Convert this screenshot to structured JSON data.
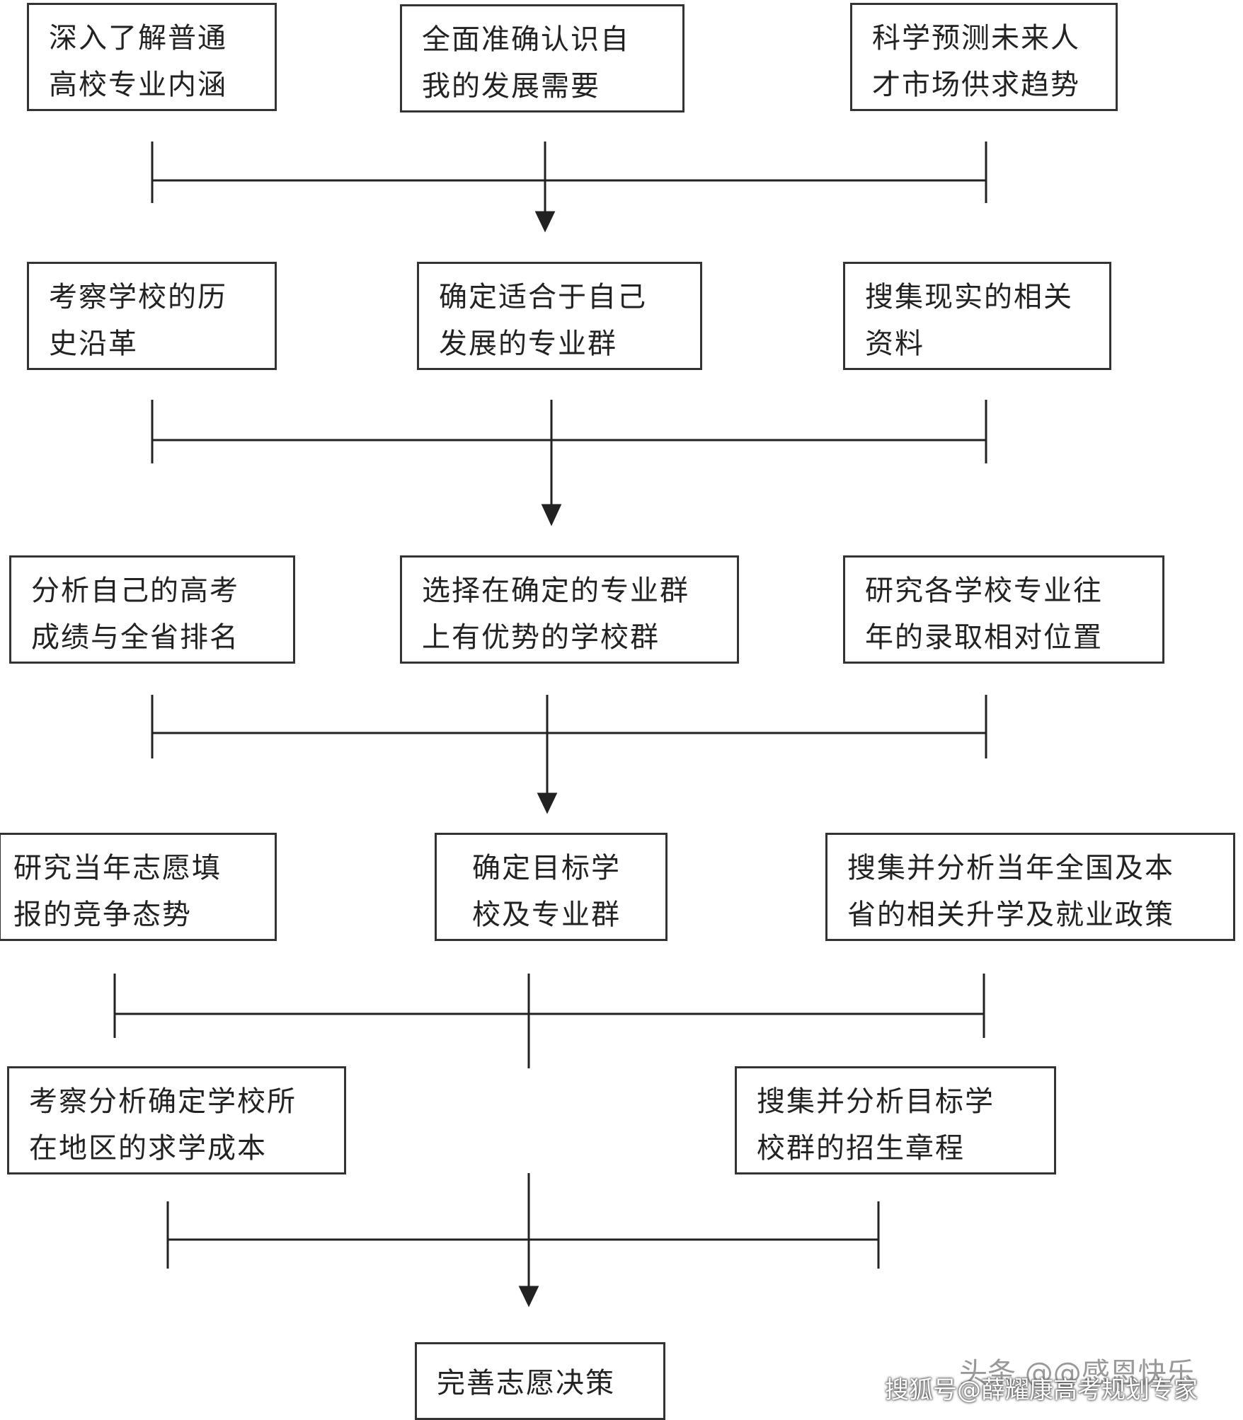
{
  "rows": [
    {
      "boxes": [
        {
          "line1": "深入了解普通",
          "line2": "高校专业内涵"
        },
        {
          "line1": "全面准确认识自",
          "line2": "我的发展需要"
        },
        {
          "line1": "科学预测未来人",
          "line2": "才市场供求趋势"
        }
      ]
    },
    {
      "boxes": [
        {
          "line1": "考察学校的历",
          "line2": "史沿革"
        },
        {
          "line1": "确定适合于自己",
          "line2": "发展的专业群"
        },
        {
          "line1": "搜集现实的相关",
          "line2": "资料"
        }
      ]
    },
    {
      "boxes": [
        {
          "line1": "分析自己的高考",
          "line2": "成绩与全省排名"
        },
        {
          "line1": "选择在确定的专业群",
          "line2": "上有优势的学校群"
        },
        {
          "line1": "研究各学校专业往",
          "line2": "年的录取相对位置"
        }
      ]
    },
    {
      "boxes": [
        {
          "line1": "研究当年志愿填",
          "line2": "报的竞争态势"
        },
        {
          "line1": "确定目标学",
          "line2": "校及专业群"
        },
        {
          "line1": "搜集并分析当年全国及本",
          "line2": "省的相关升学及就业政策"
        }
      ]
    },
    {
      "boxes": [
        {
          "line1": "考察分析确定学校所",
          "line2": "在地区的求学成本"
        },
        {
          "line1": "搜集并分析目标学",
          "line2": "校群的招生章程"
        }
      ]
    }
  ],
  "final": {
    "label": "完善志愿决策"
  },
  "watermarks": {
    "toutiao": "头条 @@感恩快乐",
    "sohu": "搜狐号@薛耀康高考规划专家"
  },
  "colors": {
    "line": "#222222",
    "border": "#333333"
  }
}
